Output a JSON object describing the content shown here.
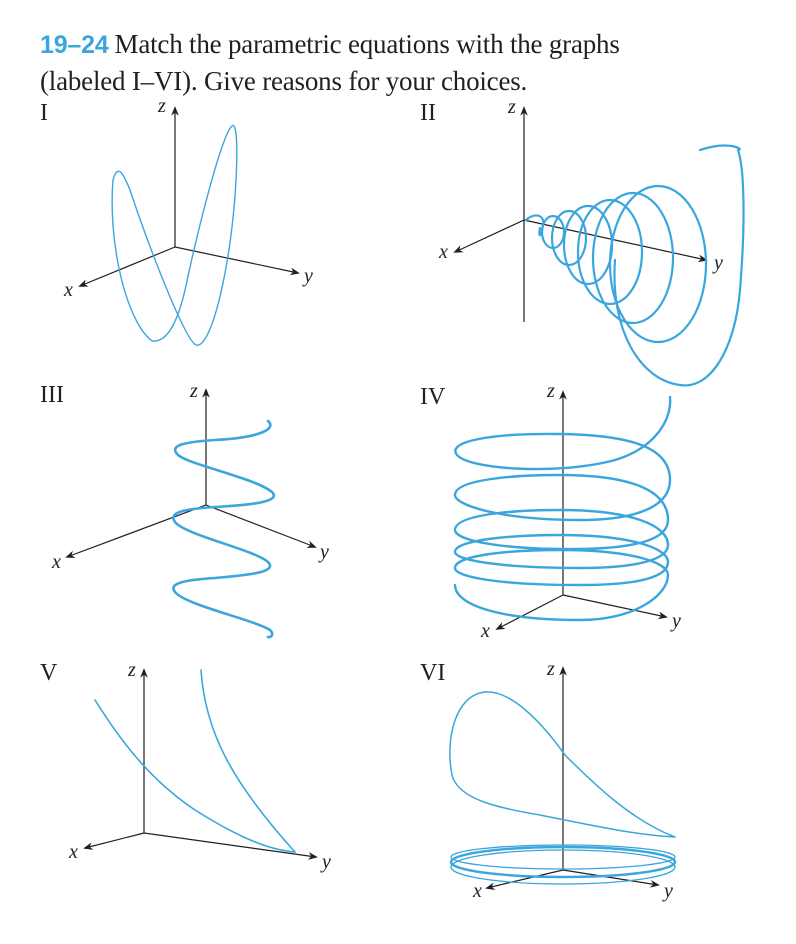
{
  "problem": {
    "number": "19–24",
    "text": "Match the parametric equations with the graphs (labeled I–VI). Give reasons for your choices.",
    "line1": "Match the parametric equations with the graphs",
    "line2": "(labeled I–VI). Give reasons for your choices."
  },
  "colors": {
    "accent": "#3aa6dd",
    "text": "#231f20",
    "axis": "#231f20"
  },
  "axis_labels": {
    "x": "x",
    "y": "y",
    "z": "z"
  },
  "graphs": [
    {
      "label": "I",
      "description": "curve oscillating up and down in a figure-eight-like shape crossing near the xy-plane"
    },
    {
      "label": "II",
      "description": "helix spiraling along the y-axis with increasing radius (conical spiral)"
    },
    {
      "label": "III",
      "description": "sinusoidal wave oscillating around the z-axis in a vertical plane"
    },
    {
      "label": "IV",
      "description": "helix around the z-axis with spacing increasing upward"
    },
    {
      "label": "V",
      "description": "two curves decreasing toward a point on the y-axis"
    },
    {
      "label": "VI",
      "description": "closed loop above rings circling near the xy-plane"
    }
  ]
}
